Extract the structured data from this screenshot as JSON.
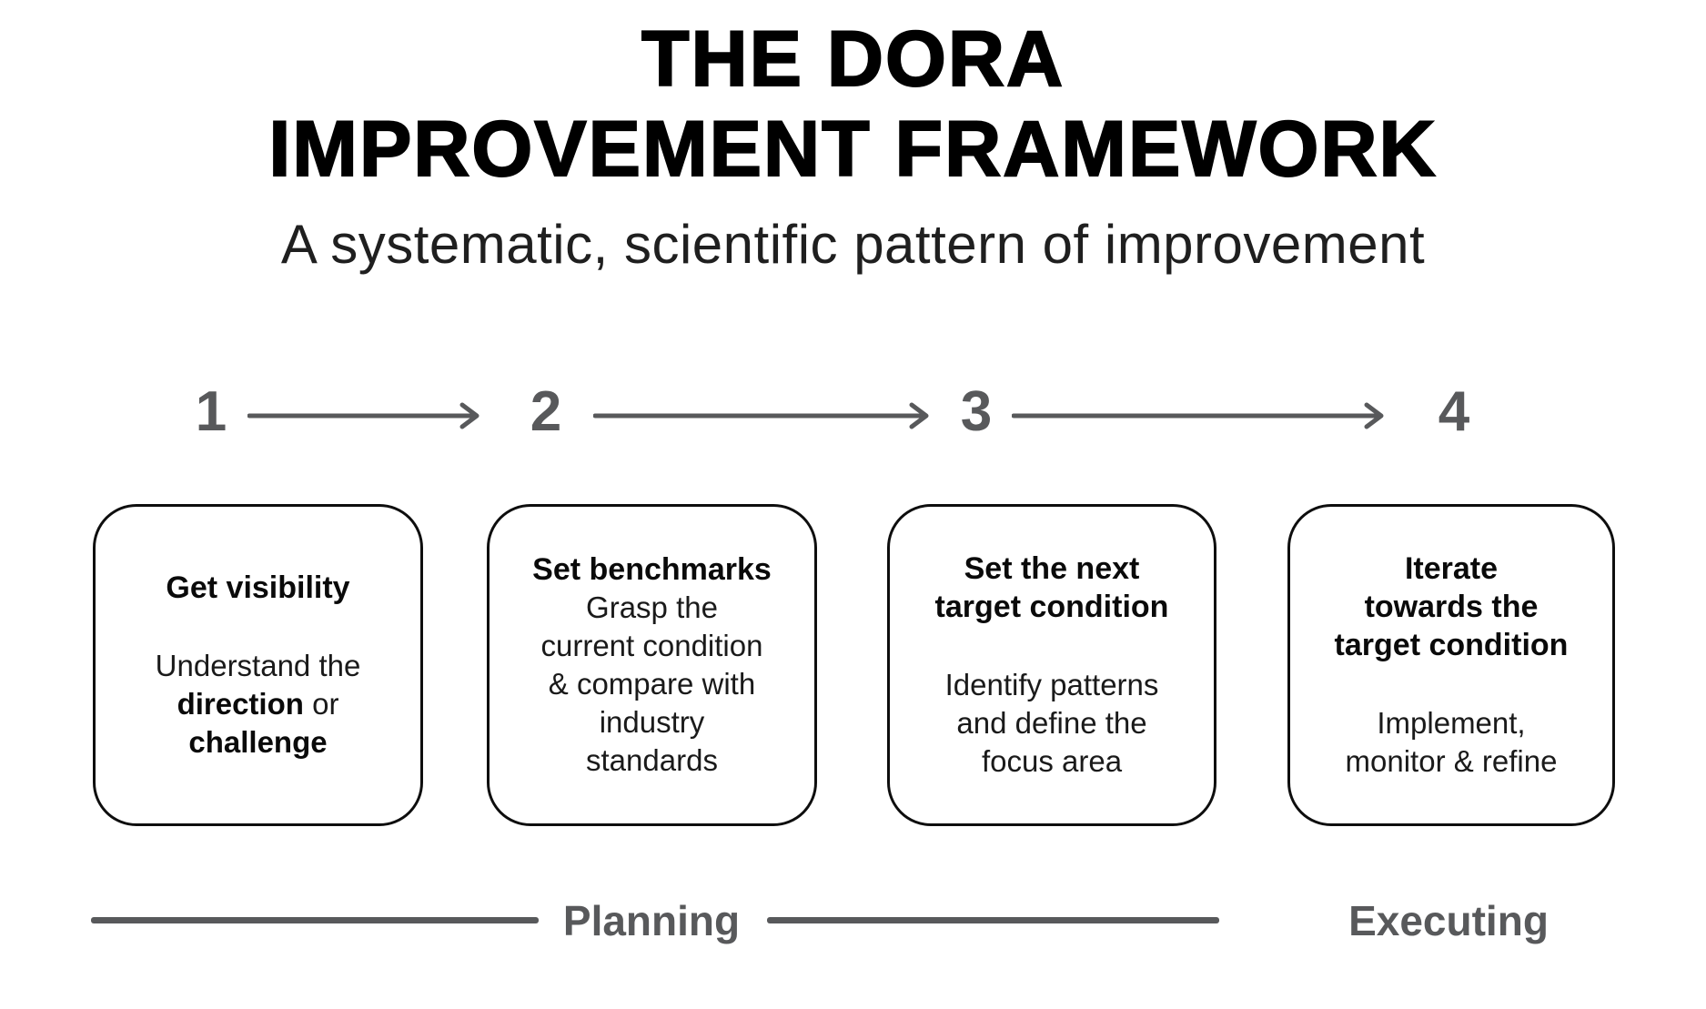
{
  "title": {
    "line1": "THE DORA",
    "line2": "IMPROVEMENT FRAMEWORK"
  },
  "subtitle": "A systematic, scientific pattern of improvement",
  "steps": [
    {
      "number": "1",
      "heading_lines": [
        "Get visibility"
      ],
      "body": {
        "l1": "Understand the",
        "l2_bold": "direction",
        "l2_rest": " or",
        "l3_bold": "challenge"
      }
    },
    {
      "number": "2",
      "heading_lines": [
        "Set benchmarks"
      ],
      "body_lines": [
        "Grasp the",
        "current condition",
        "& compare with",
        "industry",
        "standards"
      ]
    },
    {
      "number": "3",
      "heading_lines": [
        "Set the next",
        "target condition"
      ],
      "body_lines": [
        "Identify patterns",
        "and define the",
        "focus area"
      ]
    },
    {
      "number": "4",
      "heading_lines": [
        "Iterate",
        "towards the",
        "target condition"
      ],
      "body_lines": [
        "Implement,",
        "monitor & refine"
      ]
    }
  ],
  "phases": {
    "planning_label": "Planning",
    "executing_label": "Executing"
  },
  "colors": {
    "accent_gray": "#58595b",
    "ink": "#0e0e0e",
    "background": "#ffffff"
  }
}
